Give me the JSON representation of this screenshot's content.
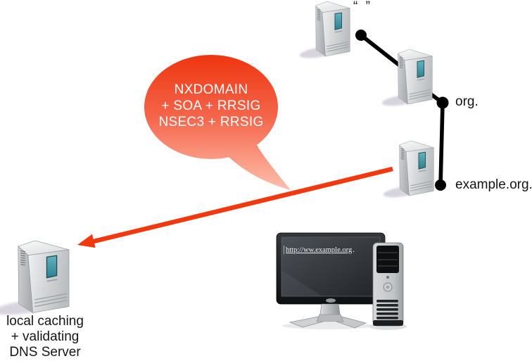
{
  "servers": {
    "root": {
      "label": "“ ”"
    },
    "org": {
      "label": "org."
    },
    "example": {
      "label": "example.org."
    },
    "local": {
      "lines": [
        "local caching",
        "+ validating",
        "DNS Server"
      ]
    }
  },
  "bubble": {
    "lines": [
      "NXDOMAIN",
      "+ SOA + RRSIG",
      "NSEC3 + RRSIG"
    ],
    "gradient_top": "#ee3510",
    "gradient_bottom": "#fdc0ae",
    "text_color": "#ffffff"
  },
  "arrow": {
    "color": "#f2380f"
  },
  "connections": {
    "line_color": "#000000"
  },
  "client": {
    "url": "http://ww.example.org",
    "url_suffix": "."
  }
}
